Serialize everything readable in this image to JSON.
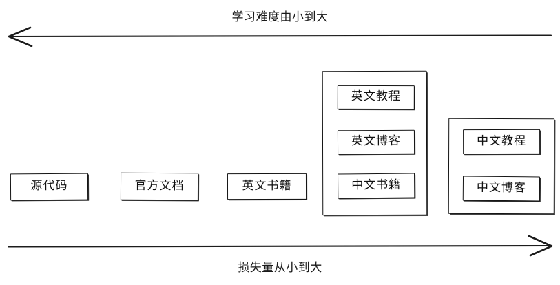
{
  "diagram": {
    "top_axis": {
      "label": "学习难度由小到大",
      "direction": "left",
      "arrow_icon": "arrow-left-icon"
    },
    "bottom_axis": {
      "label": "损失量从小到大",
      "direction": "right",
      "arrow_icon": "arrow-right-icon"
    },
    "nodes": [
      {
        "id": "source-code",
        "label": "源代码"
      },
      {
        "id": "official-docs",
        "label": "官方文档"
      },
      {
        "id": "english-books",
        "label": "英文书籍"
      }
    ],
    "groups": [
      {
        "id": "group-english-media",
        "items": [
          {
            "id": "english-tutorial",
            "label": "英文教程"
          },
          {
            "id": "english-blog",
            "label": "英文博客"
          },
          {
            "id": "chinese-books",
            "label": "中文书籍"
          }
        ]
      },
      {
        "id": "group-chinese-media",
        "items": [
          {
            "id": "chinese-tutorial",
            "label": "中文教程"
          },
          {
            "id": "chinese-blog",
            "label": "中文博客"
          }
        ]
      }
    ],
    "colors": {
      "stroke": "#151515",
      "background": "#ffffff",
      "text": "#101010"
    }
  }
}
